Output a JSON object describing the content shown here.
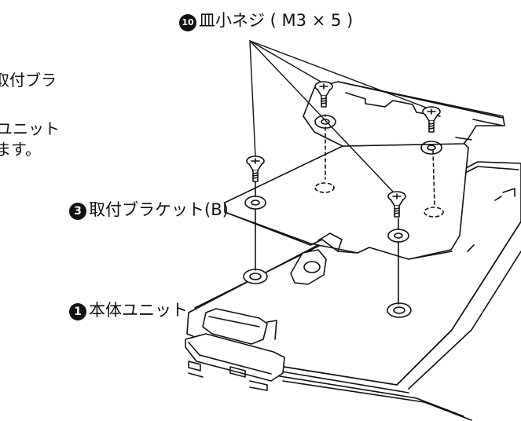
{
  "labels": {
    "screw": {
      "number": "10",
      "text": "皿小ネジ ( M3 × 5 )"
    },
    "bracket": {
      "number": "3",
      "text": "取付ブラケット(B)"
    },
    "unit": {
      "number": "1",
      "text": "本体ユニット"
    }
  },
  "cropped_text": {
    "line1": "取付ブラ",
    "line2": "ユニット",
    "line3": "ます。"
  }
}
